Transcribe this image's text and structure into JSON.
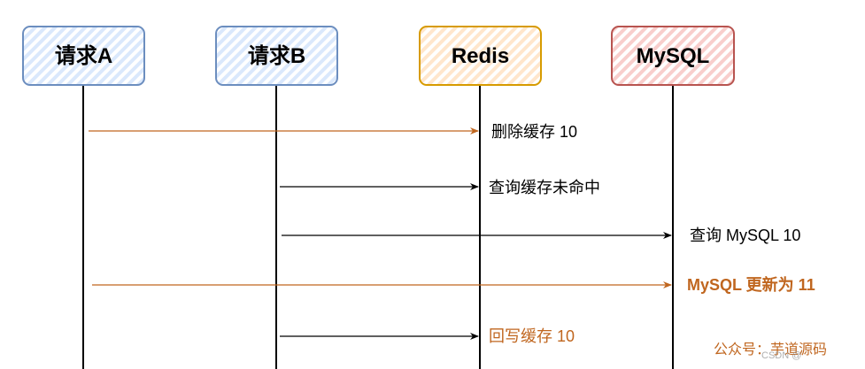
{
  "colors": {
    "blue": "#6c8ebf",
    "blue_fill": "#dae8fc",
    "orange": "#d79b00",
    "orange_fill": "#ffe6cc",
    "red": "#b85450",
    "red_fill": "#f8cecc",
    "line": "#000000",
    "highlight": "#c0661f",
    "watermark": "#c0661f"
  },
  "actors": [
    {
      "id": "reqA",
      "label": "请求A",
      "style": "blue"
    },
    {
      "id": "reqB",
      "label": "请求B",
      "style": "blue"
    },
    {
      "id": "redis",
      "label": "Redis",
      "style": "orange"
    },
    {
      "id": "mysql",
      "label": "MySQL",
      "style": "red"
    }
  ],
  "messages": [
    {
      "from": "reqA",
      "to": "redis",
      "label": "删除缓存 10",
      "highlight": true,
      "label_highlight": false
    },
    {
      "from": "reqB",
      "to": "redis",
      "label": "查询缓存未命中",
      "highlight": false,
      "label_highlight": false
    },
    {
      "from": "reqB",
      "to": "mysql",
      "label": "查询 MySQL 10",
      "highlight": false,
      "label_highlight": false
    },
    {
      "from": "reqA",
      "to": "mysql",
      "label": "MySQL 更新为 11",
      "highlight": true,
      "label_highlight": true
    },
    {
      "from": "reqB",
      "to": "redis",
      "label": "回写缓存 10",
      "highlight": false,
      "label_highlight": true
    }
  ],
  "watermark": {
    "text": "公众号：芋道源码",
    "overlay": "CSDN @"
  }
}
